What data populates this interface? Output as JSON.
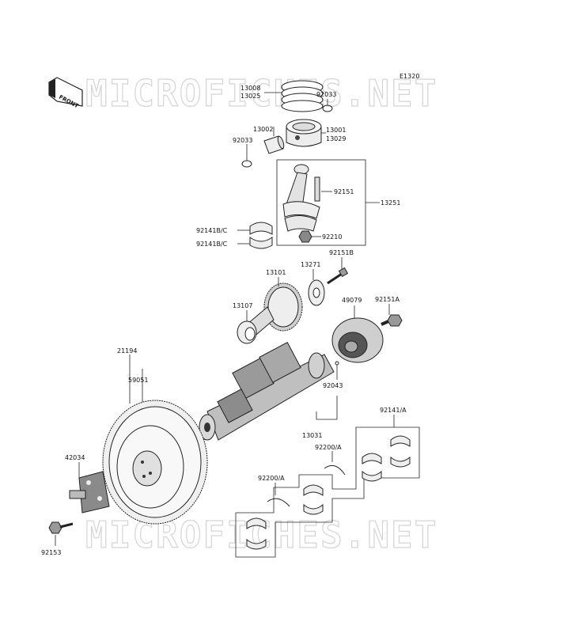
{
  "diagram_code": "E1320",
  "watermark_text": "MICROFICHES.NET",
  "front_label": "FRONT",
  "labels": {
    "p13008": "13008",
    "p13025": "13025",
    "p92033a": "92033",
    "p13002": "13002",
    "p13001": "13001",
    "p13029": "13029",
    "p92033b": "92033",
    "p92151": "92151",
    "p13251": "13251",
    "p92210": "92210",
    "p92141bc1": "92141B/C",
    "p92141bc2": "92141B/C",
    "p92151b": "92151B",
    "p13271": "13271",
    "p13101": "13101",
    "p13107": "13107",
    "p49079": "49079",
    "p92151a": "92151A",
    "p21194": "21194",
    "p59051": "59051",
    "p92043": "92043",
    "p92141a": "92141/A",
    "p13031": "13031",
    "p92200a1": "92200/A",
    "p92200a2": "92200/A",
    "p42034": "42034",
    "p92153": "92153"
  }
}
